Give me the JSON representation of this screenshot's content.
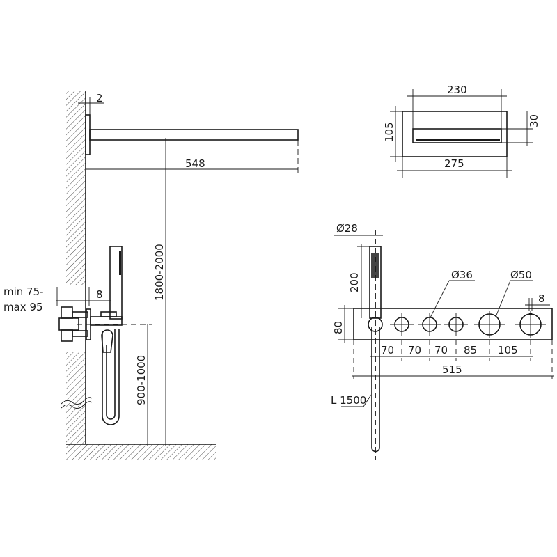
{
  "side_view": {
    "wall_offset": "2",
    "arm_length": "548",
    "head_height": "1800-2000",
    "valve_height": "900-1000",
    "depth_min": "min 75-",
    "depth_max": "max 95",
    "plate_thickness": "8"
  },
  "top_view": {
    "inner_width": "230",
    "outer_width": "275",
    "depth": "105",
    "slot": "30"
  },
  "front_view": {
    "handshower_diameter": "Ø28",
    "handshower_length": "200",
    "panel_height": "80",
    "small_knob_diameter": "Ø36",
    "large_knob_diameter": "Ø50",
    "knob_offset": "8",
    "spacings": [
      "70",
      "70",
      "70",
      "85",
      "105"
    ],
    "panel_width": "515",
    "hose_length": "L 1500"
  }
}
